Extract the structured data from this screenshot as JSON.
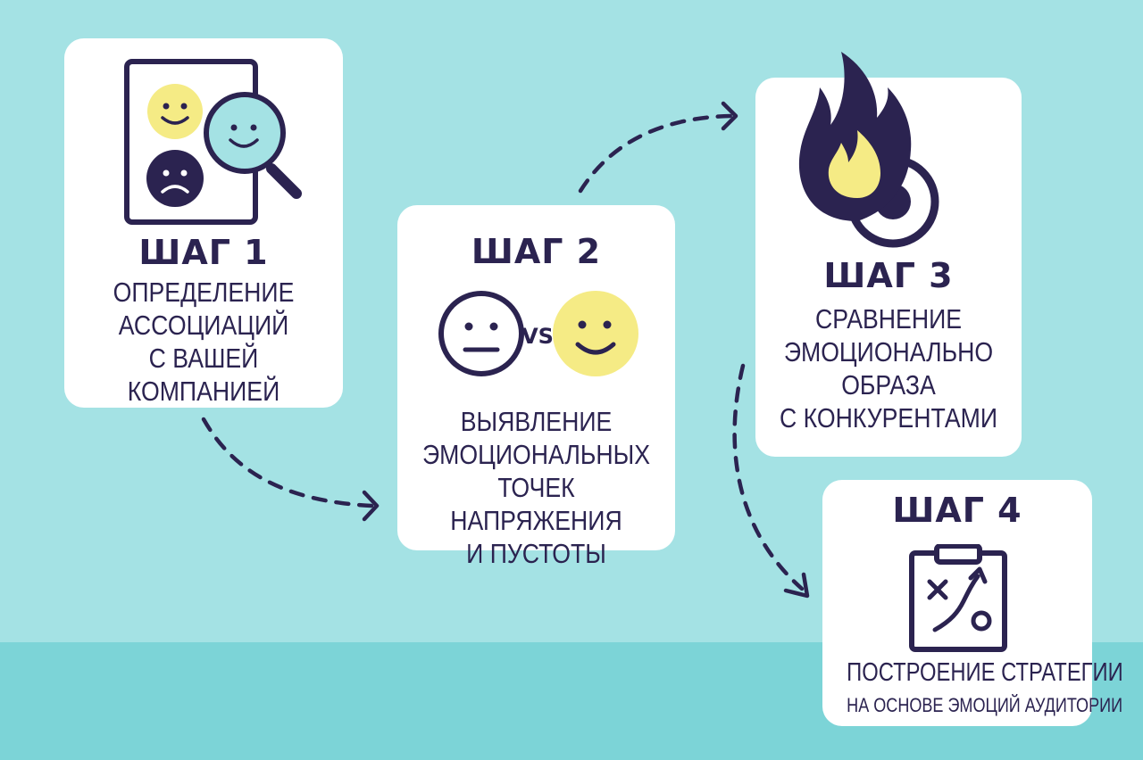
{
  "steps": [
    {
      "title": "ШАГ 1",
      "lines": [
        "ОПРЕДЕЛЕНИЕ",
        "АССОЦИАЦИЙ",
        "С ВАШЕЙ",
        "КОМПАНИЕЙ"
      ],
      "icon": "document-emotions-magnifier-icon"
    },
    {
      "title": "ШАГ 2",
      "lines": [
        "ВЫЯВЛЕНИЕ",
        "ЭМОЦИОНАЛЬНЫХ",
        "ТОЧЕК НАПРЯЖЕНИЯ",
        "И ПУСТОТЫ"
      ],
      "vs_label": "VS",
      "icon": "neutral-vs-happy-faces-icon"
    },
    {
      "title": "ШАГ 3",
      "lines": [
        "СРАВНЕНИЕ",
        "ЭМОЦИОНАЛЬНО",
        "ОБРАЗА",
        "С КОНКУРЕНТАМИ"
      ],
      "icon": "flame-target-icon"
    },
    {
      "title": "ШАГ 4",
      "lines": [
        "ПОСТРОЕНИЕ СТРАТЕГИИ",
        "НА ОСНОВЕ ЭМОЦИЙ АУДИТОРИИ"
      ],
      "icon": "strategy-clipboard-icon"
    }
  ],
  "colors": {
    "background": "#a4e2e4",
    "floor": "#7cd4d7",
    "ink": "#2b2350",
    "yellow": "#f5eb85",
    "cyan": "#a4e2e4",
    "card": "#ffffff"
  }
}
